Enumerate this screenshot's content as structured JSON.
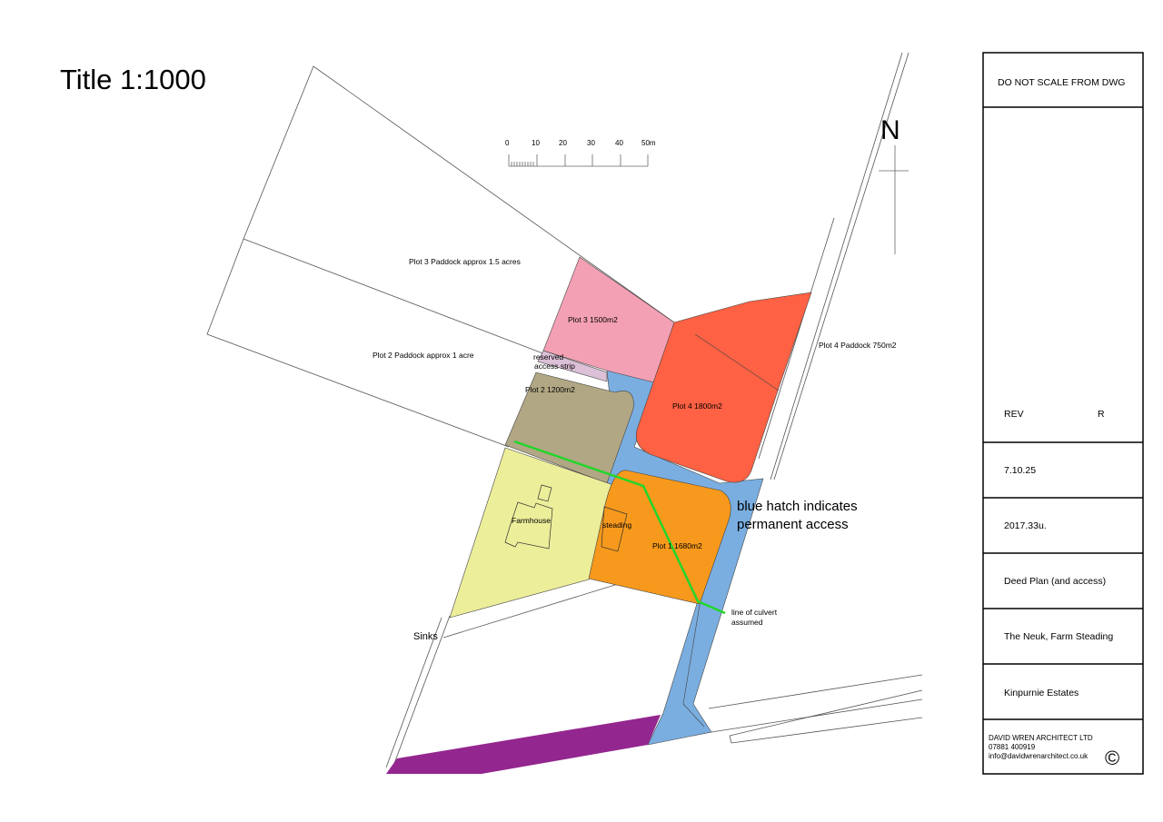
{
  "title": "Title 1:1000",
  "north_label": "N",
  "scale_bar": {
    "ticks": [
      "0",
      "10",
      "20",
      "30",
      "40",
      "50m"
    ]
  },
  "labels": {
    "plot3_paddock": "Plot 3 Paddock approx 1.5 acres",
    "plot2_paddock": "Plot 2 Paddock approx 1 acre",
    "plot3": "Plot 3 1500m2",
    "reserved1": "reserved",
    "reserved2": "access strip",
    "plot2": "Plot 2 1200m2",
    "plot4": "Plot 4 1800m2",
    "plot4_paddock": "Plot 4 Paddock 750m2",
    "farmhouse": "Farmhouse",
    "steading": "steading",
    "plot1": "Plot 1 1680m2",
    "blue_hatch1": "blue hatch indicates",
    "blue_hatch2": "permanent access",
    "culvert1": "line of culvert",
    "culvert2": "assumed",
    "sinks": "Sinks"
  },
  "title_block": {
    "warning": "DO NOT SCALE FROM DWG",
    "rev_label": "REV",
    "rev_value": "R",
    "date": "7.10.25",
    "drawing_no": "2017.33u.",
    "drawing_title": "Deed Plan (and access)",
    "project": "The Neuk, Farm Steading",
    "client": "Kinpurnie Estates",
    "firm": "DAVID WREN ARCHITECT LTD",
    "phone": "07881 400919",
    "email": "info@davidwrenarchitect.co.uk",
    "copyright": "©"
  },
  "colors": {
    "plot1": "#f7991c",
    "plot2": "#b1a784",
    "plot3": "#f4a0b4",
    "plot4": "#fe6143",
    "farmhouse": "#edee9a",
    "access": "#7aaee0",
    "reserved": "#dcc0d8",
    "purple": "#93268f",
    "culvert": "#22d62a"
  }
}
